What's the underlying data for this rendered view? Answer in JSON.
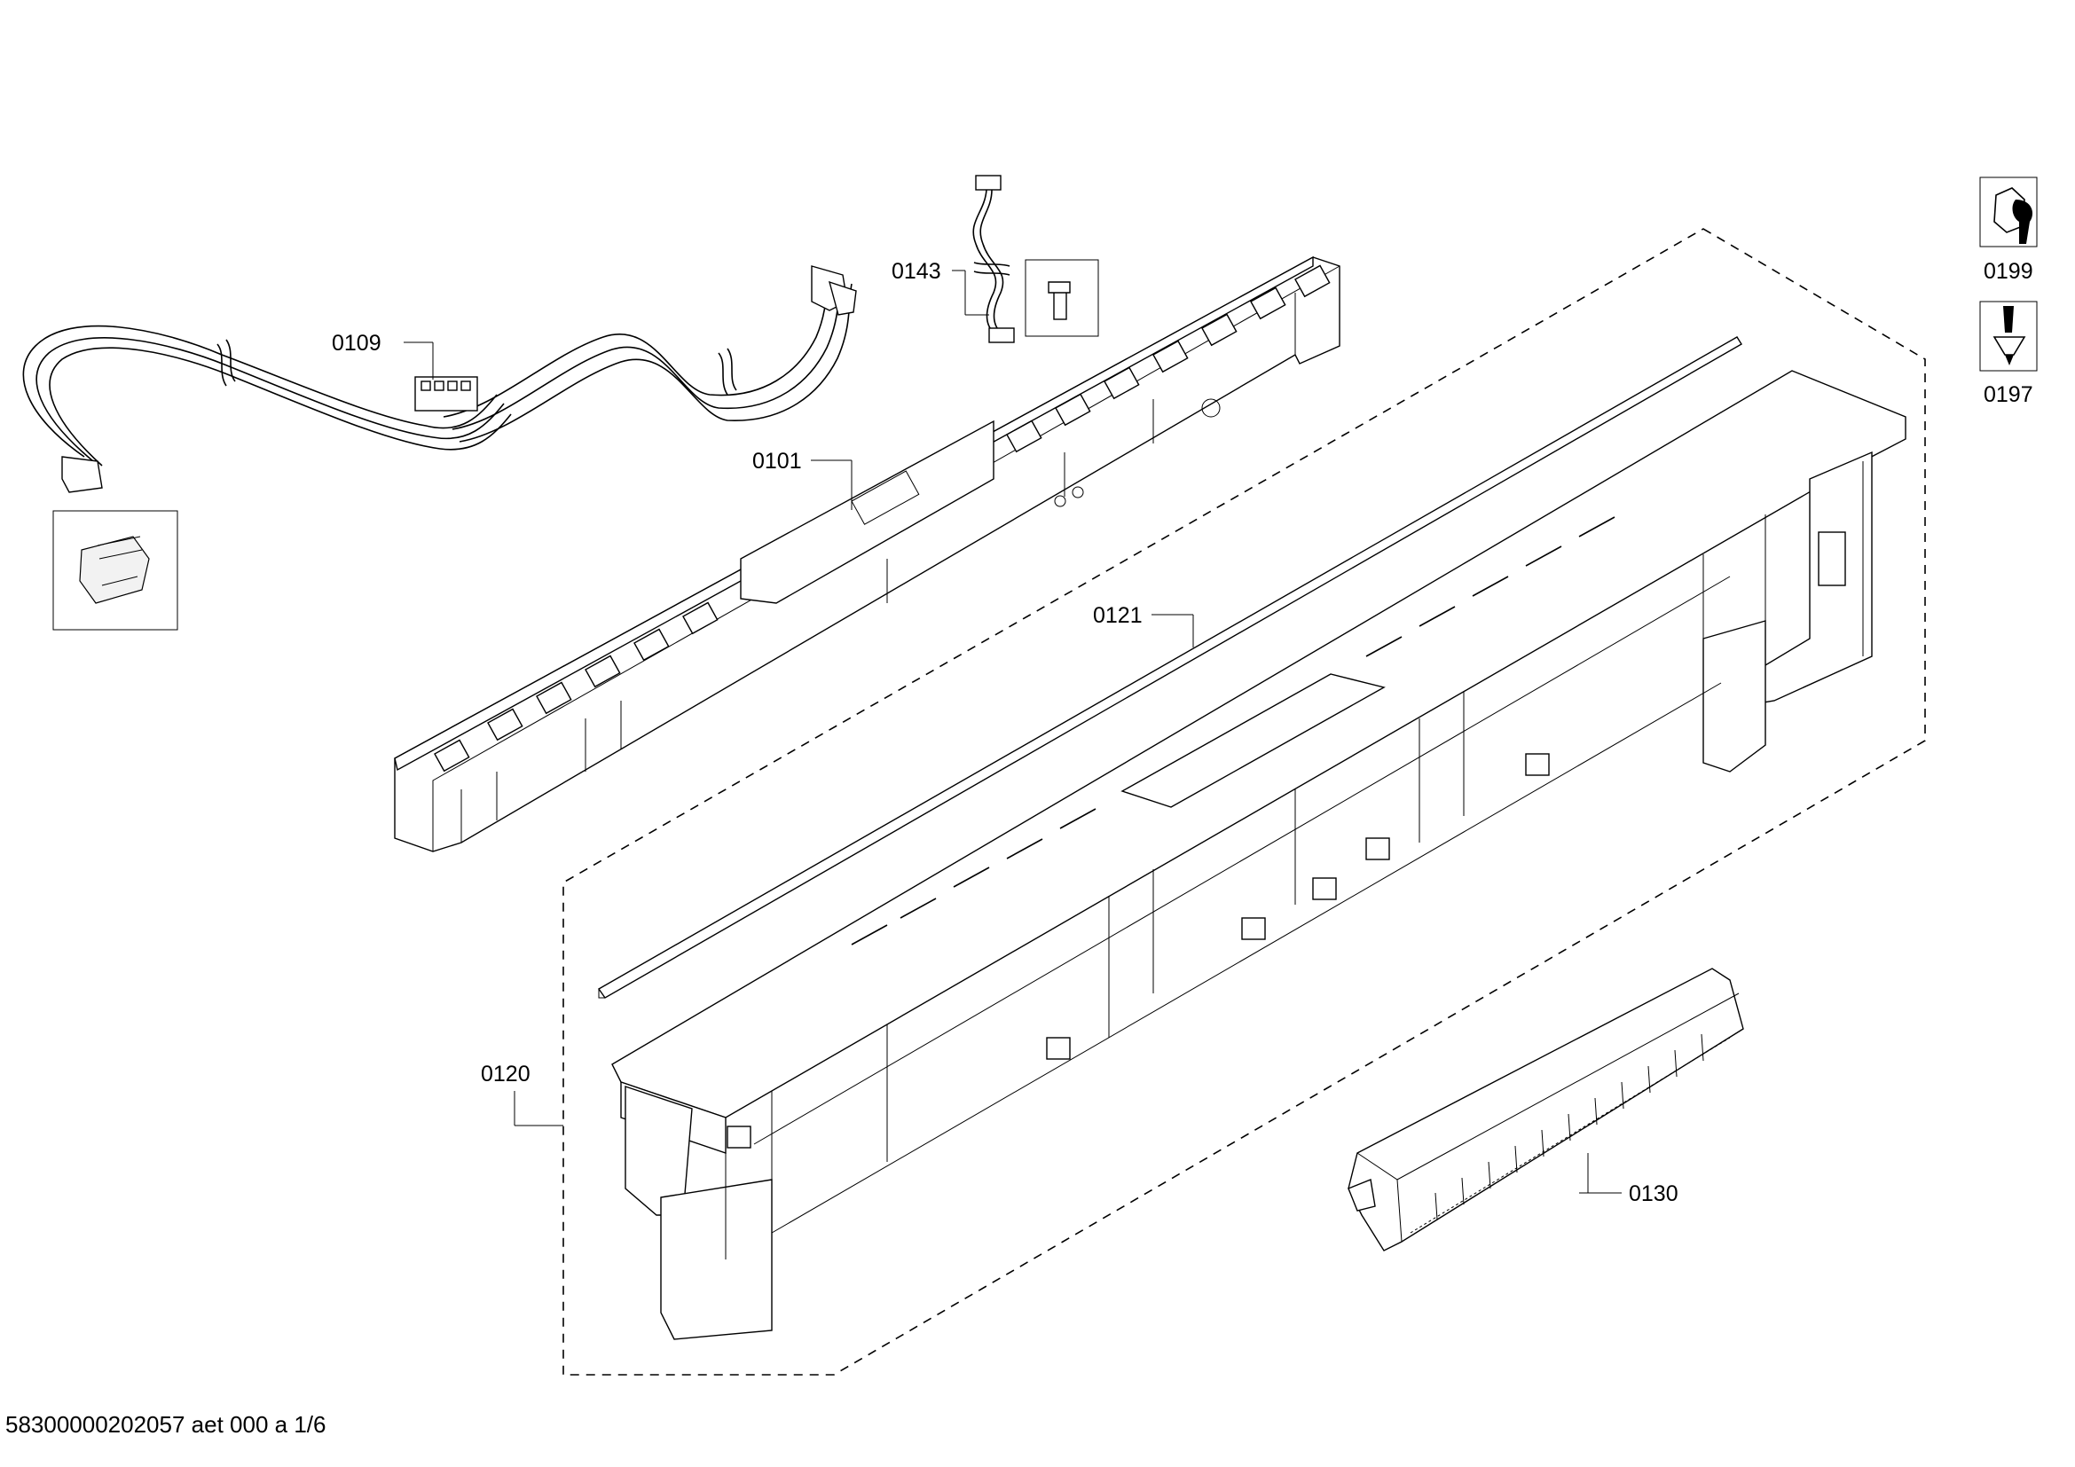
{
  "labels": {
    "p0101": "0101",
    "p0109": "0109",
    "p0143": "0143",
    "p0121": "0121",
    "p0120": "0120",
    "p0130": "0130",
    "p0199": "0199",
    "p0197": "0197"
  },
  "icons": {
    "tool_a": "nut-wrench-icon",
    "tool_b": "screwdriver-screw-icon"
  },
  "footer": "58300000202057 aet 000 a 1/6"
}
